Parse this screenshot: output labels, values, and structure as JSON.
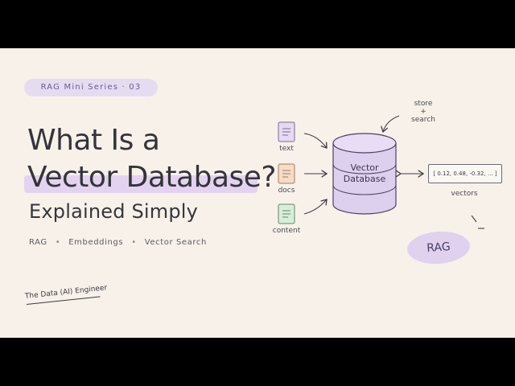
{
  "series_pill": "RAG Mini Series  ·  03",
  "title": {
    "line1": "What Is a",
    "line2": "Vector Database?"
  },
  "subtitle": "Explained Simply",
  "tags": [
    "RAG",
    "Embeddings",
    "Vector Search"
  ],
  "brand": "The Data (AI) Engineer",
  "diagram": {
    "inputs": [
      {
        "label": "text",
        "icon": "document-icon",
        "color": "#e7d9f2"
      },
      {
        "label": "docs",
        "icon": "document-icon",
        "color": "#f6dcc6"
      },
      {
        "label": "content",
        "icon": "document-icon",
        "color": "#d9eddb"
      }
    ],
    "store_search": {
      "line1": "store",
      "line2": "+",
      "line3": "search"
    },
    "database": {
      "line1": "Vector",
      "line2": "Database"
    },
    "vectors_values": "[ 0.12, 0.48, -0.32, ... ]",
    "vectors_label": "vectors",
    "rag_badge": "RAG"
  },
  "colors": {
    "background": "#f8f1ea",
    "accent_purple": "#e4d3f0",
    "database_fill": "#ddd0ee",
    "text": "#34343a"
  }
}
